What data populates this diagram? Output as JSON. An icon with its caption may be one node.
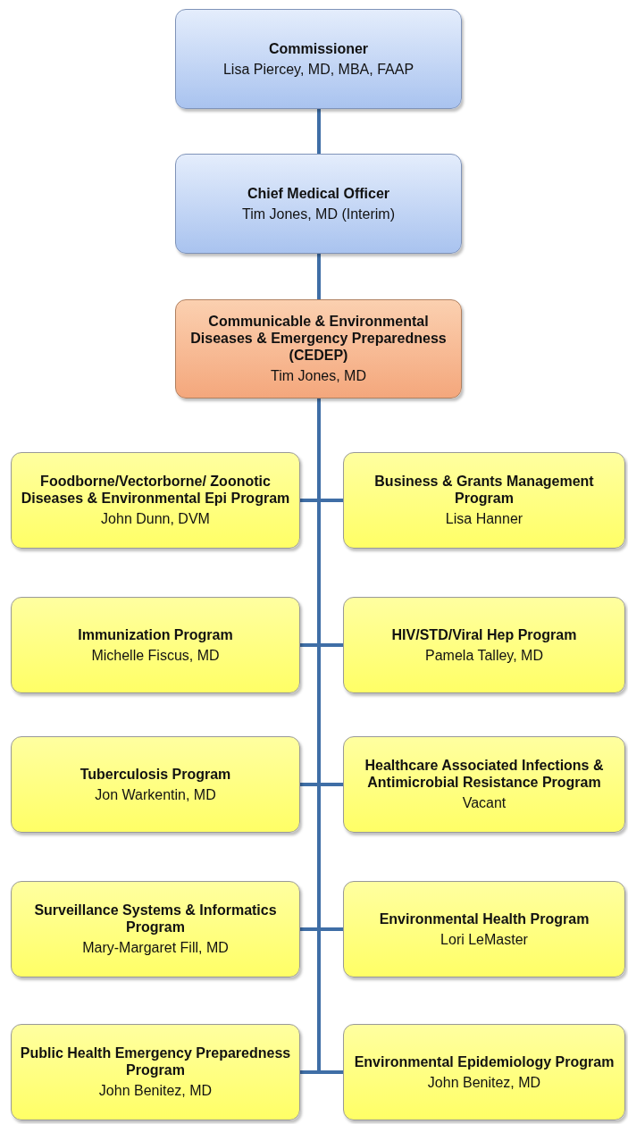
{
  "diagram": {
    "nodes": [
      {
        "text": [
          "Commissioner",
          "Lisa Piercey, MD, MBA, FAAP"
        ]
      },
      {
        "text": [
          "Chief Medical Officer",
          "Tim Jones, MD (Interim)"
        ]
      },
      {
        "text": [
          "Communicable & Environmental Diseases & Emergency Preparedness (CEDEP)",
          "Tim Jones, MD"
        ]
      },
      {
        "text": [
          "Foodborne/Vectorborne/ Zoonotic Diseases & Environmental Epi Program",
          "John Dunn, DVM"
        ]
      },
      {
        "text": [
          "Business & Grants Management Program",
          "Lisa Hanner"
        ]
      },
      {
        "text": [
          "Immunization Program",
          "Michelle Fiscus, MD"
        ]
      },
      {
        "text": [
          "HIV/STD/Viral Hep Program",
          "Pamela Talley, MD"
        ]
      },
      {
        "text": [
          "Tuberculosis Program",
          "Jon Warkentin, MD"
        ]
      },
      {
        "text": [
          "Healthcare Associated Infections & Antimicrobial Resistance Program",
          "Vacant"
        ]
      },
      {
        "text": [
          "Surveillance Systems & Informatics Program",
          "Mary-Margaret Fill, MD"
        ]
      },
      {
        "text": [
          "Environmental Health Program",
          "Lori LeMaster"
        ]
      },
      {
        "text": [
          "Public Health Emergency Preparedness Program",
          "John Benitez, MD"
        ]
      },
      {
        "text": [
          "Environmental Epidemiology Program",
          "John Benitez, MD"
        ]
      }
    ],
    "edges": [
      {
        "from": 0,
        "to": 1,
        "arrow": "none"
      },
      {
        "from": 1,
        "to": 2,
        "arrow": "none"
      },
      {
        "from": 2,
        "to": 3,
        "arrow": "none"
      },
      {
        "from": 2,
        "to": 4,
        "arrow": "none"
      },
      {
        "from": 2,
        "to": 5,
        "arrow": "none"
      },
      {
        "from": 2,
        "to": 6,
        "arrow": "none"
      },
      {
        "from": 2,
        "to": 7,
        "arrow": "none"
      },
      {
        "from": 2,
        "to": 8,
        "arrow": "none"
      },
      {
        "from": 2,
        "to": 9,
        "arrow": "none"
      },
      {
        "from": 2,
        "to": 10,
        "arrow": "none"
      },
      {
        "from": 2,
        "to": 11,
        "arrow": "none"
      },
      {
        "from": 2,
        "to": 12,
        "arrow": "none"
      }
    ]
  }
}
